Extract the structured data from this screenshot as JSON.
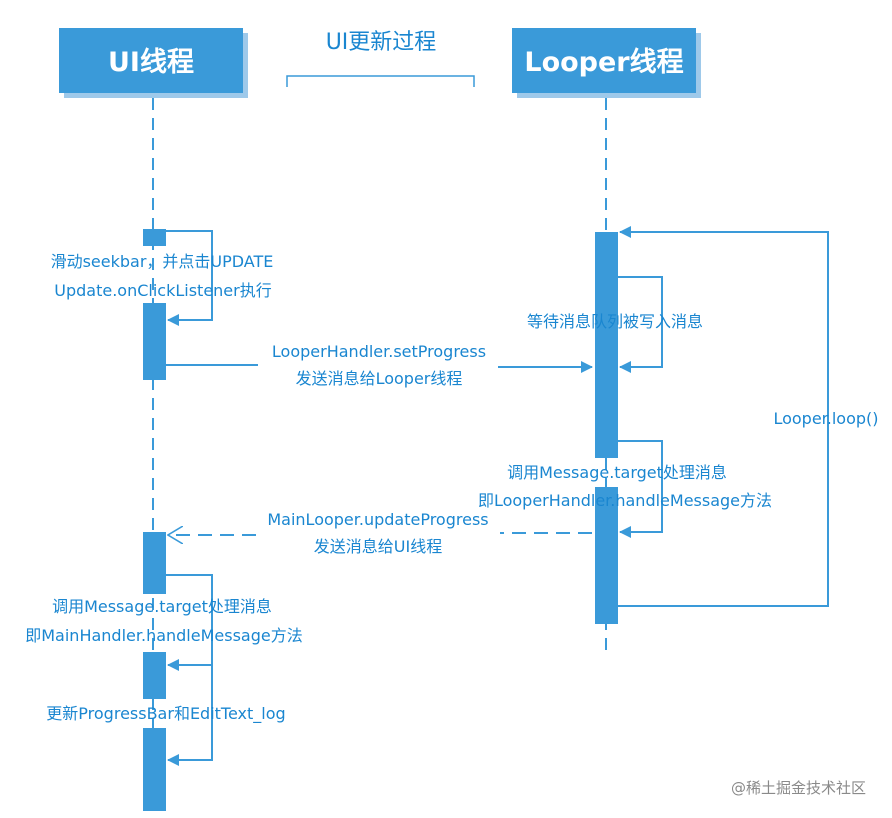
{
  "title": "UI更新过程",
  "lanes": {
    "ui": "UI线程",
    "looper": "Looper线程"
  },
  "labels": {
    "ui_action_1": "滑动seekbar，并点击UPDATE",
    "ui_action_2": "Update.onClickListener执行",
    "send_to_looper_1": "LooperHandler.setProgress",
    "send_to_looper_2": "发送消息给Looper线程",
    "looper_wait": "等待消息队列被写入消息",
    "looper_loop": "Looper.loop()",
    "looper_dispatch_1": "调用Message.target处理消息",
    "looper_dispatch_2": "即LooperHandler.handleMessage方法",
    "send_to_ui_1": "MainLooper.updateProgress",
    "send_to_ui_2": "发送消息给UI线程",
    "ui_dispatch_1": "调用Message.target处理消息",
    "ui_dispatch_2": "即MainHandler.handleMessage方法",
    "ui_update": "更新ProgressBar和EditText_log"
  },
  "watermark": "@稀土掘金技术社区",
  "colors": {
    "accent": "#3a9ad9",
    "header_fill": "#3a9ad9",
    "text": "#1a86d0",
    "watermark": "#8a8a8a"
  }
}
